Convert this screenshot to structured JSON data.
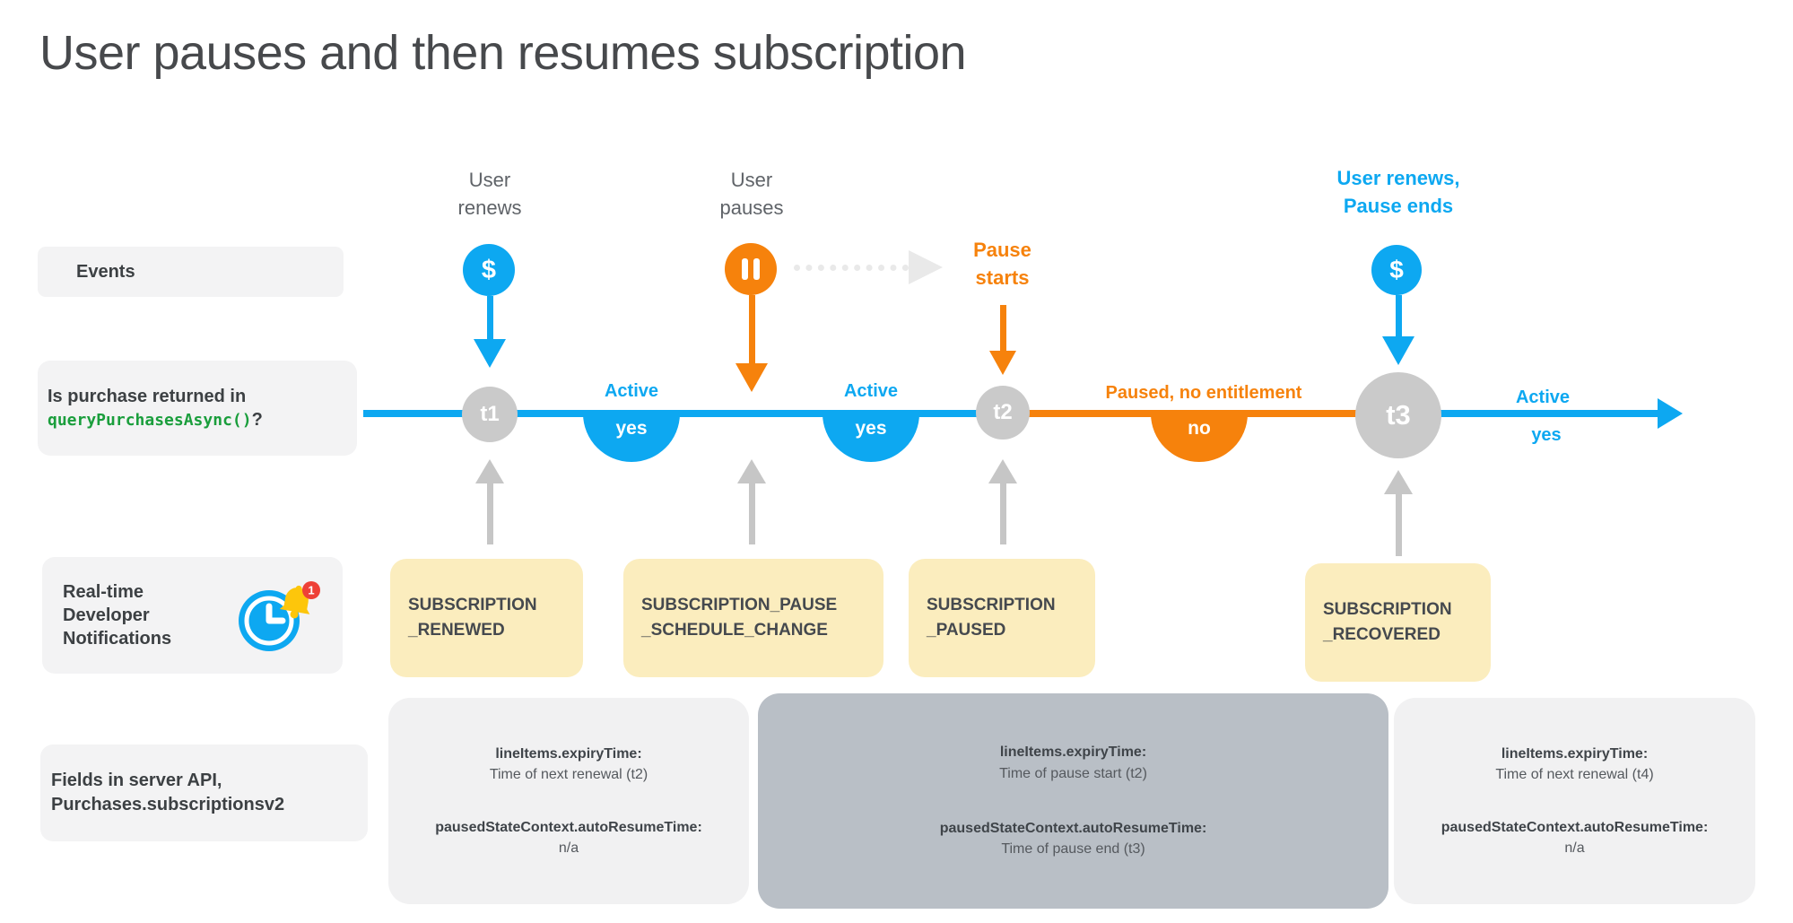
{
  "title": "User pauses and then resumes subscription",
  "colors": {
    "active_blue": "#0da8f1",
    "pause_orange": "#f6820c",
    "node_gray": "#cacaca",
    "notification_yellow": "#fbedbe",
    "field_box_light": "#f1f1f2",
    "field_box_dark": "#b9bfc6",
    "code_green": "#1a9e3c",
    "badge_red": "#ee4037",
    "bell_yellow": "#fdc60b"
  },
  "rows": {
    "events_label": "Events",
    "query": {
      "line1": "Is purchase returned in",
      "code": "queryPurchasesAsync()",
      "suffix": "?"
    },
    "rtdn": {
      "line1": "Real-time",
      "line2": "Developer",
      "line3": "Notifications",
      "badge": "1"
    },
    "fields": {
      "line1": "Fields in server API,",
      "line2": "Purchases.subscriptionsv2"
    }
  },
  "events": {
    "renew1": {
      "line1": "User",
      "line2": "renews",
      "symbol": "$"
    },
    "pause": {
      "line1": "User",
      "line2": "pauses"
    },
    "pause_starts": {
      "line1": "Pause",
      "line2": "starts"
    },
    "renew2": {
      "line1": "User renews,",
      "line2": "Pause ends",
      "symbol": "$"
    }
  },
  "timeline": {
    "nodes": [
      {
        "label": "t1"
      },
      {
        "label": "t2"
      },
      {
        "label": "t3"
      }
    ],
    "states": [
      {
        "label": "Active",
        "value": "yes"
      },
      {
        "label": "Active",
        "value": "yes"
      },
      {
        "label": "Paused, no entitlement",
        "value": "no"
      },
      {
        "label": "Active",
        "value": "yes"
      }
    ]
  },
  "notifications": [
    {
      "line1": "SUBSCRIPTION",
      "line2": "_RENEWED"
    },
    {
      "line1": "SUBSCRIPTION_PAUSE",
      "line2": "_SCHEDULE_CHANGE"
    },
    {
      "line1": "SUBSCRIPTION",
      "line2": "_PAUSED"
    },
    {
      "line1": "SUBSCRIPTION",
      "line2": "_RECOVERED"
    }
  ],
  "api_fields": [
    {
      "rows": [
        {
          "label": "lineItems.expiryTime:",
          "value": "Time of next renewal (t2)"
        },
        {
          "label": "pausedStateContext.autoResumeTime:",
          "value": "n/a"
        }
      ]
    },
    {
      "rows": [
        {
          "label": "lineItems.expiryTime:",
          "value": "Time of pause start (t2)"
        },
        {
          "label": "pausedStateContext.autoResumeTime:",
          "value": "Time of pause end (t3)"
        }
      ]
    },
    {
      "rows": [
        {
          "label": "lineItems.expiryTime:",
          "value": "Time of next renewal (t4)"
        },
        {
          "label": "pausedStateContext.autoResumeTime:",
          "value": "n/a"
        }
      ]
    }
  ]
}
